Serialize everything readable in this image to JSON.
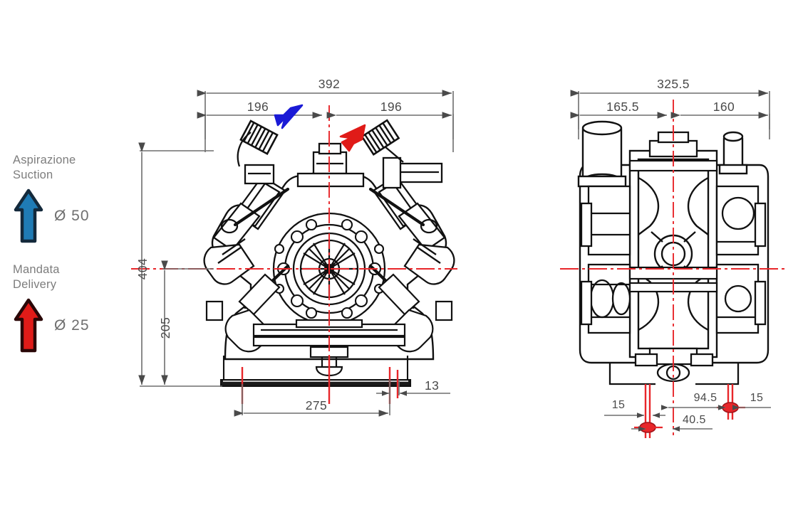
{
  "legend": {
    "suction": {
      "name": "suction-legend",
      "title": "Aspirazione\nSuction",
      "size": "Ø 50",
      "arrow_icon": "up-arrow-icon",
      "color": "#1f7bb5",
      "outline": "#13293b"
    },
    "delivery": {
      "name": "delivery-legend",
      "title": "Mandata\nDelivery",
      "size": "Ø 25",
      "arrow_icon": "up-arrow-icon",
      "color": "#e01b18",
      "outline": "#2a0707"
    }
  },
  "views": {
    "front": {
      "label": "front-view",
      "dimensions": {
        "overall_width": "392",
        "left_half": "196",
        "right_half": "196",
        "overall_height": "404",
        "center_to_base": "205",
        "base_width": "275",
        "base_offset": "13"
      }
    },
    "side": {
      "label": "side-view",
      "dimensions": {
        "overall_width": "325.5",
        "left_part": "165.5",
        "right_part": "160",
        "foot_left": "15",
        "foot_span": "94.5",
        "foot_right": "15",
        "foot_center_offset": "40.5"
      }
    }
  },
  "annotations": {
    "suction_arrow": {
      "name": "suction-flow-arrow",
      "color": "#1a1ad6"
    },
    "delivery_arrow": {
      "name": "delivery-flow-arrow",
      "color": "#e01b18"
    }
  },
  "colors": {
    "centerline": "#e8262a",
    "dimension_line": "#6e6e6e",
    "dimension_text": "#4a4a4a",
    "drawing": "#111111",
    "legend_text": "#7d7d7d"
  }
}
